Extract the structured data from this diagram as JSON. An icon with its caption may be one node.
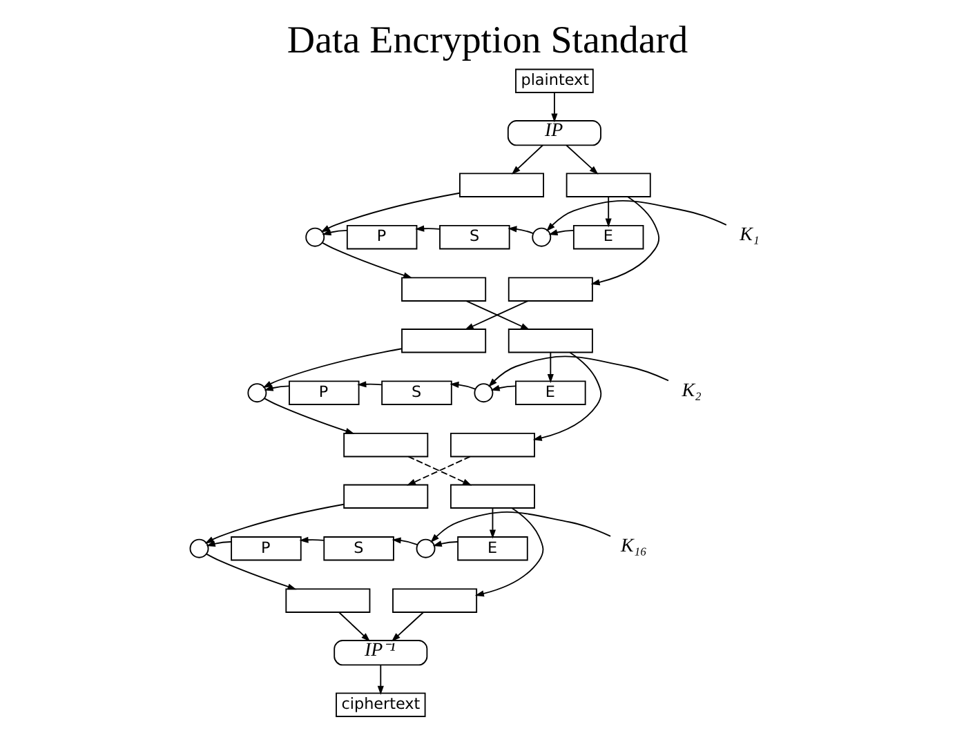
{
  "diagram": {
    "title": "Data Encryption Standard",
    "nodes": [
      {
        "text": [
          "plaintext"
        ]
      },
      {
        "text": [
          "IP"
        ]
      },
      {
        "text": [],
        "shape": "box"
      },
      {
        "text": [],
        "shape": "box"
      },
      {
        "text": [],
        "shape": "circle"
      },
      {
        "text": [
          "P"
        ]
      },
      {
        "text": [
          "S"
        ]
      },
      {
        "text": [],
        "shape": "circle"
      },
      {
        "text": [
          "E"
        ]
      },
      {
        "text": [
          "K₁"
        ]
      },
      {
        "text": [],
        "shape": "box"
      },
      {
        "text": [],
        "shape": "box"
      },
      {
        "text": [],
        "shape": "box"
      },
      {
        "text": [],
        "shape": "box"
      },
      {
        "text": [],
        "shape": "circle"
      },
      {
        "text": [
          "P"
        ]
      },
      {
        "text": [
          "S"
        ]
      },
      {
        "text": [],
        "shape": "circle"
      },
      {
        "text": [
          "E"
        ]
      },
      {
        "text": [
          "K₂"
        ]
      },
      {
        "text": [],
        "shape": "box"
      },
      {
        "text": [],
        "shape": "box"
      },
      {
        "text": [],
        "shape": "box"
      },
      {
        "text": [],
        "shape": "box"
      },
      {
        "text": [],
        "shape": "circle"
      },
      {
        "text": [
          "P"
        ]
      },
      {
        "text": [
          "S"
        ]
      },
      {
        "text": [],
        "shape": "circle"
      },
      {
        "text": [
          "E"
        ]
      },
      {
        "text": [
          "K₁₆"
        ]
      },
      {
        "text": [],
        "shape": "box"
      },
      {
        "text": [],
        "shape": "box"
      },
      {
        "text": [
          "IP⁻¹"
        ]
      },
      {
        "text": [
          "ciphertext"
        ]
      }
    ],
    "edges": [
      {
        "from": 0,
        "to": 1,
        "arrow": "to"
      },
      {
        "from": 1,
        "to": 2,
        "arrow": "to"
      },
      {
        "from": 1,
        "to": 3,
        "arrow": "to"
      },
      {
        "from": 2,
        "to": 4,
        "arrow": "to"
      },
      {
        "from": 4,
        "to": 10,
        "arrow": "to"
      },
      {
        "from": 3,
        "to": 11,
        "arrow": "to"
      },
      {
        "from": 3,
        "to": 8,
        "arrow": "to"
      },
      {
        "from": 8,
        "to": 7,
        "arrow": "to"
      },
      {
        "from": 9,
        "to": 7,
        "arrow": "to"
      },
      {
        "from": 7,
        "to": 6,
        "arrow": "to"
      },
      {
        "from": 6,
        "to": 5,
        "arrow": "to"
      },
      {
        "from": 5,
        "to": 4,
        "arrow": "to"
      },
      {
        "from": 10,
        "to": 13,
        "arrow": "to"
      },
      {
        "from": 11,
        "to": 12,
        "arrow": "to"
      },
      {
        "from": 12,
        "to": 14,
        "arrow": "to"
      },
      {
        "from": 14,
        "to": 20,
        "arrow": "to"
      },
      {
        "from": 13,
        "to": 21,
        "arrow": "to"
      },
      {
        "from": 13,
        "to": 18,
        "arrow": "to"
      },
      {
        "from": 18,
        "to": 17,
        "arrow": "to"
      },
      {
        "from": 19,
        "to": 17,
        "arrow": "to"
      },
      {
        "from": 17,
        "to": 16,
        "arrow": "to"
      },
      {
        "from": 16,
        "to": 15,
        "arrow": "to"
      },
      {
        "from": 15,
        "to": 14,
        "arrow": "to"
      },
      {
        "from": 20,
        "to": 23,
        "arrow": "to",
        "style": "dashed"
      },
      {
        "from": 21,
        "to": 22,
        "arrow": "to",
        "style": "dashed"
      },
      {
        "from": 22,
        "to": 24,
        "arrow": "to"
      },
      {
        "from": 24,
        "to": 30,
        "arrow": "to"
      },
      {
        "from": 23,
        "to": 31,
        "arrow": "to"
      },
      {
        "from": 23,
        "to": 28,
        "arrow": "to"
      },
      {
        "from": 28,
        "to": 27,
        "arrow": "to"
      },
      {
        "from": 29,
        "to": 27,
        "arrow": "to"
      },
      {
        "from": 27,
        "to": 26,
        "arrow": "to"
      },
      {
        "from": 26,
        "to": 25,
        "arrow": "to"
      },
      {
        "from": 25,
        "to": 24,
        "arrow": "to"
      },
      {
        "from": 30,
        "to": 32,
        "arrow": "to"
      },
      {
        "from": 31,
        "to": 32,
        "arrow": "to"
      },
      {
        "from": 32,
        "to": 33,
        "arrow": "to"
      }
    ]
  }
}
